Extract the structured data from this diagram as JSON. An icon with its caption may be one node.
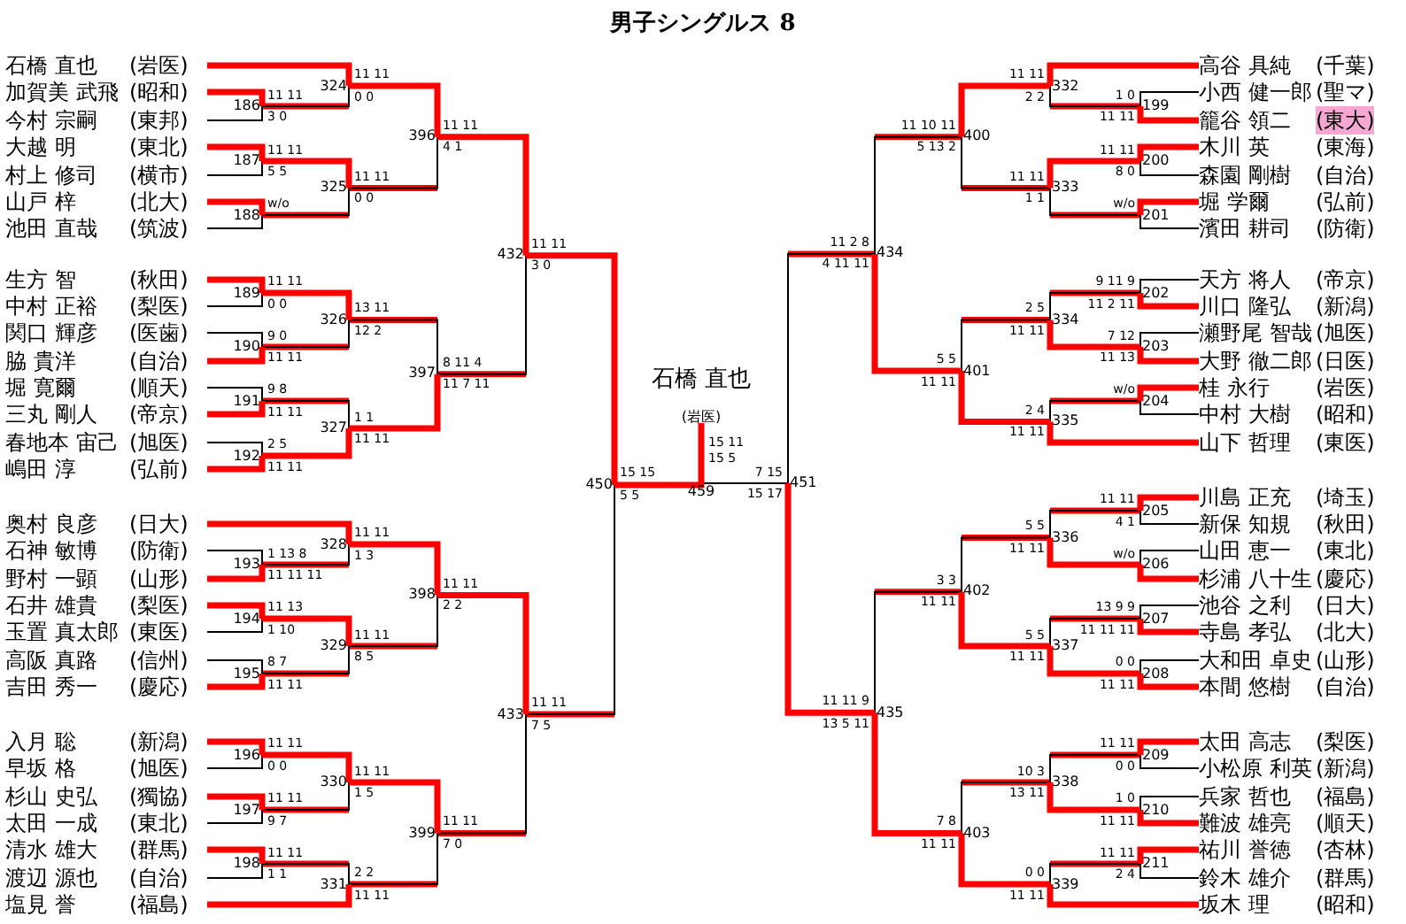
{
  "diagram": {
    "title": "男子シングルス 8",
    "nodes": [
      {
        "text": [
          "石橋 直也",
          "(岩医)"
        ]
      },
      {
        "text": [
          "加賀美 武飛",
          "(昭和)"
        ]
      },
      {
        "text": [
          "今村 宗嗣",
          "(東邦)"
        ]
      },
      {
        "text": [
          "大越 明",
          "(東北)"
        ]
      },
      {
        "text": [
          "村上 修司",
          "(横市)"
        ]
      },
      {
        "text": [
          "山戸 梓",
          "(北大)"
        ]
      },
      {
        "text": [
          "池田 直哉",
          "(筑波)"
        ]
      },
      {
        "text": [
          "生方 智",
          "(秋田)"
        ]
      },
      {
        "text": [
          "中村 正裕",
          "(梨医)"
        ]
      },
      {
        "text": [
          "関口 輝彦",
          "(医歯)"
        ]
      },
      {
        "text": [
          "脇 貴洋",
          "(自治)"
        ]
      },
      {
        "text": [
          "堀 寛爾",
          "(順天)"
        ]
      },
      {
        "text": [
          "三丸 剛人",
          "(帝京)"
        ]
      },
      {
        "text": [
          "春地本 宙己",
          "(旭医)"
        ]
      },
      {
        "text": [
          "嶋田 淳",
          "(弘前)"
        ]
      },
      {
        "text": [
          "奥村 良彦",
          "(日大)"
        ]
      },
      {
        "text": [
          "石神 敏博",
          "(防衛)"
        ]
      },
      {
        "text": [
          "野村 一顕",
          "(山形)"
        ]
      },
      {
        "text": [
          "石井 雄貴",
          "(梨医)"
        ]
      },
      {
        "text": [
          "玉置 真太郎",
          "(東医)"
        ]
      },
      {
        "text": [
          "高阪 真路",
          "(信州)"
        ]
      },
      {
        "text": [
          "吉田 秀一",
          "(慶応)"
        ]
      },
      {
        "text": [
          "入月 聡",
          "(新潟)"
        ]
      },
      {
        "text": [
          "早坂 格",
          "(旭医)"
        ]
      },
      {
        "text": [
          "杉山 史弘",
          "(獨協)"
        ]
      },
      {
        "text": [
          "太田 一成",
          "(東北)"
        ]
      },
      {
        "text": [
          "清水 雄大",
          "(群馬)"
        ]
      },
      {
        "text": [
          "渡辺 源也",
          "(自治)"
        ]
      },
      {
        "text": [
          "塩見 誉",
          "(福島)"
        ]
      },
      {
        "text": [
          "高谷 具純",
          "(千葉)"
        ]
      },
      {
        "text": [
          "小西 健一郎",
          "(聖マ)"
        ]
      },
      {
        "text": [
          "籠谷 領二",
          "(東大)"
        ]
      },
      {
        "text": [
          "木川 英",
          "(東海)"
        ]
      },
      {
        "text": [
          "森園 剛樹",
          "(自治)"
        ]
      },
      {
        "text": [
          "堀 学爾",
          "(弘前)"
        ]
      },
      {
        "text": [
          "濱田 耕司",
          "(防衛)"
        ]
      },
      {
        "text": [
          "天方 将人",
          "(帝京)"
        ]
      },
      {
        "text": [
          "川口 隆弘",
          "(新潟)"
        ]
      },
      {
        "text": [
          "瀬野尾 智哉",
          "(旭医)"
        ]
      },
      {
        "text": [
          "大野 徹二郎",
          "(日医)"
        ]
      },
      {
        "text": [
          "桂 永行",
          "(岩医)"
        ]
      },
      {
        "text": [
          "中村 大樹",
          "(昭和)"
        ]
      },
      {
        "text": [
          "山下 哲理",
          "(東医)"
        ]
      },
      {
        "text": [
          "川島 正充",
          "(埼玉)"
        ]
      },
      {
        "text": [
          "新保 知規",
          "(秋田)"
        ]
      },
      {
        "text": [
          "山田 恵一",
          "(東北)"
        ]
      },
      {
        "text": [
          "杉浦 八十生",
          "(慶応)"
        ]
      },
      {
        "text": [
          "池谷 之利",
          "(日大)"
        ]
      },
      {
        "text": [
          "寺島 孝弘",
          "(北大)"
        ]
      },
      {
        "text": [
          "大和田 卓史",
          "(山形)"
        ]
      },
      {
        "text": [
          "本間 悠樹",
          "(自治)"
        ]
      },
      {
        "text": [
          "太田 高志",
          "(梨医)"
        ]
      },
      {
        "text": [
          "小松原 利英",
          "(新潟)"
        ]
      },
      {
        "text": [
          "兵家 哲也",
          "(福島)"
        ]
      },
      {
        "text": [
          "難波 雄亮",
          "(順天)"
        ]
      },
      {
        "text": [
          "祐川 誉徳",
          "(杏林)"
        ]
      },
      {
        "text": [
          "鈴木 雄介",
          "(群馬)"
        ]
      },
      {
        "text": [
          "坂木 理",
          "(昭和)"
        ]
      },
      {
        "text": [
          "186"
        ],
        "beside": [
          "11 11",
          "3 0"
        ]
      },
      {
        "text": [
          "187"
        ],
        "beside": [
          "11 11",
          "5 5"
        ]
      },
      {
        "text": [
          "188"
        ],
        "beside": [
          "w/o"
        ]
      },
      {
        "text": [
          "189"
        ],
        "beside": [
          "11 11",
          "0 0"
        ]
      },
      {
        "text": [
          "190"
        ],
        "beside": [
          "9 0",
          "11 11"
        ]
      },
      {
        "text": [
          "191"
        ],
        "beside": [
          "9 8",
          "11 11"
        ]
      },
      {
        "text": [
          "192"
        ],
        "beside": [
          "2 5",
          "11 11"
        ]
      },
      {
        "text": [
          "193"
        ],
        "beside": [
          "1 13 8",
          "11 11 11"
        ]
      },
      {
        "text": [
          "194"
        ],
        "beside": [
          "11 13",
          "1 10"
        ]
      },
      {
        "text": [
          "195"
        ],
        "beside": [
          "8 7",
          "11 11"
        ]
      },
      {
        "text": [
          "196"
        ],
        "beside": [
          "11 11",
          "0 0"
        ]
      },
      {
        "text": [
          "197"
        ],
        "beside": [
          "11 11",
          "9 7"
        ]
      },
      {
        "text": [
          "198"
        ],
        "beside": [
          "11 11",
          "1 1"
        ]
      },
      {
        "text": [
          "199"
        ],
        "beside": [
          "1 0",
          "11 11"
        ]
      },
      {
        "text": [
          "200"
        ],
        "beside": [
          "11 11",
          "8 0"
        ]
      },
      {
        "text": [
          "201"
        ],
        "beside": [
          "w/o"
        ]
      },
      {
        "text": [
          "202"
        ],
        "beside": [
          "9 11 9",
          "11 2 11"
        ]
      },
      {
        "text": [
          "203"
        ],
        "beside": [
          "7 12",
          "11 13"
        ]
      },
      {
        "text": [
          "204"
        ],
        "beside": [
          "w/o"
        ]
      },
      {
        "text": [
          "205"
        ],
        "beside": [
          "11 11",
          "4 1"
        ]
      },
      {
        "text": [
          "206"
        ],
        "beside": [
          "w/o"
        ]
      },
      {
        "text": [
          "207"
        ],
        "beside": [
          "13 9 9",
          "11 11 11"
        ]
      },
      {
        "text": [
          "208"
        ],
        "beside": [
          "0 0",
          "11 11"
        ]
      },
      {
        "text": [
          "209"
        ],
        "beside": [
          "11 11",
          "0 0"
        ]
      },
      {
        "text": [
          "210"
        ],
        "beside": [
          "1 0",
          "11 11"
        ]
      },
      {
        "text": [
          "211"
        ],
        "beside": [
          "11 11",
          "2 4"
        ]
      },
      {
        "text": [
          "324"
        ],
        "beside": [
          "11 11",
          "0 0"
        ]
      },
      {
        "text": [
          "325"
        ],
        "beside": [
          "11 11",
          "0 0"
        ]
      },
      {
        "text": [
          "326"
        ],
        "beside": [
          "13 11",
          "12 2"
        ]
      },
      {
        "text": [
          "327"
        ],
        "beside": [
          "1 1",
          "11 11"
        ]
      },
      {
        "text": [
          "328"
        ],
        "beside": [
          "11 11",
          "1 3"
        ]
      },
      {
        "text": [
          "329"
        ],
        "beside": [
          "11 11",
          "8 5"
        ]
      },
      {
        "text": [
          "330"
        ],
        "beside": [
          "11 11",
          "1 5"
        ]
      },
      {
        "text": [
          "331"
        ],
        "beside": [
          "2 2",
          "11 11"
        ]
      },
      {
        "text": [
          "332"
        ],
        "beside": [
          "11 11",
          "2 2"
        ]
      },
      {
        "text": [
          "333"
        ],
        "beside": [
          "11 11",
          "1 1"
        ]
      },
      {
        "text": [
          "334"
        ],
        "beside": [
          "2 5",
          "11 11"
        ]
      },
      {
        "text": [
          "335"
        ],
        "beside": [
          "2 4",
          "11 11"
        ]
      },
      {
        "text": [
          "336"
        ],
        "beside": [
          "5 5",
          "11 11"
        ]
      },
      {
        "text": [
          "337"
        ],
        "beside": [
          "5 5",
          "11 11"
        ]
      },
      {
        "text": [
          "338"
        ],
        "beside": [
          "10 3",
          "13 11"
        ]
      },
      {
        "text": [
          "339"
        ],
        "beside": [
          "0 0",
          "11 11"
        ]
      },
      {
        "text": [
          "396"
        ],
        "beside": [
          "11 11",
          "4 1"
        ]
      },
      {
        "text": [
          "397"
        ],
        "beside": [
          "8 11 4",
          "11 7 11"
        ]
      },
      {
        "text": [
          "398"
        ],
        "beside": [
          "11 11",
          "2 2"
        ]
      },
      {
        "text": [
          "399"
        ],
        "beside": [
          "11 11",
          "7 0"
        ]
      },
      {
        "text": [
          "400"
        ],
        "beside": [
          "11 10 11",
          "5 13 2"
        ]
      },
      {
        "text": [
          "401"
        ],
        "beside": [
          "5 5",
          "11 11"
        ]
      },
      {
        "text": [
          "402"
        ],
        "beside": [
          "3 3",
          "11 11"
        ]
      },
      {
        "text": [
          "403"
        ],
        "beside": [
          "7 8",
          "11 11"
        ]
      },
      {
        "text": [
          "432"
        ],
        "beside": [
          "11 11",
          "3 0"
        ]
      },
      {
        "text": [
          "433"
        ],
        "beside": [
          "11 11",
          "7 5"
        ]
      },
      {
        "text": [
          "434"
        ],
        "beside": [
          "11 2 8",
          "4 11 11"
        ]
      },
      {
        "text": [
          "435"
        ],
        "beside": [
          "11 11 9",
          "13 5 11"
        ]
      },
      {
        "text": [
          "450"
        ],
        "beside": [
          "15 15",
          "5 5"
        ]
      },
      {
        "text": [
          "451"
        ],
        "beside": [
          "7 15",
          "15 17"
        ]
      },
      {
        "text": [
          "459"
        ],
        "beside": [
          "15 11",
          "15 5"
        ]
      },
      {
        "text": [
          "石橋 直也",
          "(岩医)"
        ]
      }
    ],
    "edges": [
      {
        "from": 0,
        "to": 84,
        "arrow": "none"
      },
      {
        "from": 1,
        "to": 58,
        "arrow": "none"
      },
      {
        "from": 2,
        "to": 58,
        "arrow": "none",
        "color": "#000000"
      },
      {
        "from": 3,
        "to": 59,
        "arrow": "none"
      },
      {
        "from": 4,
        "to": 59,
        "arrow": "none",
        "color": "#000000"
      },
      {
        "from": 5,
        "to": 60,
        "arrow": "none"
      },
      {
        "from": 6,
        "to": 60,
        "arrow": "none",
        "color": "#000000"
      },
      {
        "from": 7,
        "to": 61,
        "arrow": "none"
      },
      {
        "from": 8,
        "to": 61,
        "arrow": "none",
        "color": "#000000"
      },
      {
        "from": 9,
        "to": 62,
        "arrow": "none",
        "color": "#000000"
      },
      {
        "from": 10,
        "to": 62,
        "arrow": "none"
      },
      {
        "from": 11,
        "to": 63,
        "arrow": "none",
        "color": "#000000"
      },
      {
        "from": 12,
        "to": 63,
        "arrow": "none"
      },
      {
        "from": 13,
        "to": 64,
        "arrow": "none",
        "color": "#000000"
      },
      {
        "from": 14,
        "to": 64,
        "arrow": "none"
      },
      {
        "from": 15,
        "to": 88,
        "arrow": "none"
      },
      {
        "from": 16,
        "to": 65,
        "arrow": "none",
        "color": "#000000"
      },
      {
        "from": 17,
        "to": 65,
        "arrow": "none"
      },
      {
        "from": 18,
        "to": 66,
        "arrow": "none"
      },
      {
        "from": 19,
        "to": 66,
        "arrow": "none",
        "color": "#000000"
      },
      {
        "from": 20,
        "to": 67,
        "arrow": "none",
        "color": "#000000"
      },
      {
        "from": 21,
        "to": 67,
        "arrow": "none"
      },
      {
        "from": 22,
        "to": 68,
        "arrow": "none"
      },
      {
        "from": 23,
        "to": 68,
        "arrow": "none",
        "color": "#000000"
      },
      {
        "from": 24,
        "to": 69,
        "arrow": "none"
      },
      {
        "from": 25,
        "to": 69,
        "arrow": "none",
        "color": "#000000"
      },
      {
        "from": 26,
        "to": 70,
        "arrow": "none"
      },
      {
        "from": 27,
        "to": 70,
        "arrow": "none",
        "color": "#000000"
      },
      {
        "from": 28,
        "to": 91,
        "arrow": "none"
      },
      {
        "from": 29,
        "to": 92,
        "arrow": "none"
      },
      {
        "from": 30,
        "to": 71,
        "arrow": "none",
        "color": "#000000"
      },
      {
        "from": 31,
        "to": 71,
        "arrow": "none"
      },
      {
        "from": 32,
        "to": 72,
        "arrow": "none"
      },
      {
        "from": 33,
        "to": 72,
        "arrow": "none",
        "color": "#000000"
      },
      {
        "from": 34,
        "to": 73,
        "arrow": "none"
      },
      {
        "from": 35,
        "to": 73,
        "arrow": "none",
        "color": "#000000"
      },
      {
        "from": 36,
        "to": 74,
        "arrow": "none",
        "color": "#000000"
      },
      {
        "from": 37,
        "to": 74,
        "arrow": "none"
      },
      {
        "from": 38,
        "to": 75,
        "arrow": "none",
        "color": "#000000"
      },
      {
        "from": 39,
        "to": 75,
        "arrow": "none"
      },
      {
        "from": 40,
        "to": 76,
        "arrow": "none"
      },
      {
        "from": 41,
        "to": 76,
        "arrow": "none",
        "color": "#000000"
      },
      {
        "from": 42,
        "to": 95,
        "arrow": "none"
      },
      {
        "from": 43,
        "to": 77,
        "arrow": "none"
      },
      {
        "from": 44,
        "to": 77,
        "arrow": "none",
        "color": "#000000"
      },
      {
        "from": 45,
        "to": 78,
        "arrow": "none",
        "color": "#000000"
      },
      {
        "from": 46,
        "to": 78,
        "arrow": "none"
      },
      {
        "from": 47,
        "to": 79,
        "arrow": "none",
        "color": "#000000"
      },
      {
        "from": 48,
        "to": 79,
        "arrow": "none"
      },
      {
        "from": 49,
        "to": 80,
        "arrow": "none",
        "color": "#000000"
      },
      {
        "from": 50,
        "to": 80,
        "arrow": "none"
      },
      {
        "from": 51,
        "to": 81,
        "arrow": "none"
      },
      {
        "from": 52,
        "to": 81,
        "arrow": "none",
        "color": "#000000"
      },
      {
        "from": 53,
        "to": 82,
        "arrow": "none",
        "color": "#000000"
      },
      {
        "from": 54,
        "to": 82,
        "arrow": "none"
      },
      {
        "from": 55,
        "to": 83,
        "arrow": "none"
      },
      {
        "from": 56,
        "to": 83,
        "arrow": "none",
        "color": "#000000"
      },
      {
        "from": 57,
        "to": 99,
        "arrow": "none"
      },
      {
        "from": 58,
        "to": 84,
        "arrow": "none",
        "color": "#000000"
      },
      {
        "from": 59,
        "to": 85,
        "arrow": "none"
      },
      {
        "from": 60,
        "to": 85,
        "arrow": "none",
        "color": "#000000"
      },
      {
        "from": 61,
        "to": 86,
        "arrow": "none"
      },
      {
        "from": 62,
        "to": 86,
        "arrow": "none",
        "color": "#000000"
      },
      {
        "from": 63,
        "to": 87,
        "arrow": "none",
        "color": "#000000"
      },
      {
        "from": 64,
        "to": 87,
        "arrow": "none"
      },
      {
        "from": 65,
        "to": 88,
        "arrow": "none",
        "color": "#000000"
      },
      {
        "from": 66,
        "to": 89,
        "arrow": "none"
      },
      {
        "from": 67,
        "to": 89,
        "arrow": "none",
        "color": "#000000"
      },
      {
        "from": 68,
        "to": 90,
        "arrow": "none"
      },
      {
        "from": 69,
        "to": 90,
        "arrow": "none",
        "color": "#000000"
      },
      {
        "from": 70,
        "to": 91,
        "arrow": "none",
        "color": "#000000"
      },
      {
        "from": 71,
        "to": 92,
        "arrow": "none",
        "color": "#000000"
      },
      {
        "from": 72,
        "to": 93,
        "arrow": "none"
      },
      {
        "from": 73,
        "to": 93,
        "arrow": "none",
        "color": "#000000"
      },
      {
        "from": 74,
        "to": 94,
        "arrow": "none",
        "color": "#000000"
      },
      {
        "from": 75,
        "to": 94,
        "arrow": "none"
      },
      {
        "from": 76,
        "to": 95,
        "arrow": "none",
        "color": "#000000"
      },
      {
        "from": 77,
        "to": 96,
        "arrow": "none",
        "color": "#000000"
      },
      {
        "from": 78,
        "to": 96,
        "arrow": "none"
      },
      {
        "from": 79,
        "to": 97,
        "arrow": "none",
        "color": "#000000"
      },
      {
        "from": 80,
        "to": 97,
        "arrow": "none"
      },
      {
        "from": 81,
        "to": 98,
        "arrow": "none",
        "color": "#000000"
      },
      {
        "from": 82,
        "to": 98,
        "arrow": "none"
      },
      {
        "from": 83,
        "to": 99,
        "arrow": "none",
        "color": "#000000"
      },
      {
        "from": 84,
        "to": 100,
        "arrow": "none"
      },
      {
        "from": 85,
        "to": 100,
        "arrow": "none",
        "color": "#000000"
      },
      {
        "from": 86,
        "to": 101,
        "arrow": "none",
        "color": "#000000"
      },
      {
        "from": 87,
        "to": 101,
        "arrow": "none"
      },
      {
        "from": 88,
        "to": 102,
        "arrow": "none"
      },
      {
        "from": 89,
        "to": 102,
        "arrow": "none",
        "color": "#000000"
      },
      {
        "from": 90,
        "to": 103,
        "arrow": "none"
      },
      {
        "from": 91,
        "to": 103,
        "arrow": "none",
        "color": "#000000"
      },
      {
        "from": 92,
        "to": 104,
        "arrow": "none"
      },
      {
        "from": 93,
        "to": 104,
        "arrow": "none",
        "color": "#000000"
      },
      {
        "from": 94,
        "to": 105,
        "arrow": "none",
        "color": "#000000"
      },
      {
        "from": 95,
        "to": 105,
        "arrow": "none"
      },
      {
        "from": 96,
        "to": 106,
        "arrow": "none",
        "color": "#000000"
      },
      {
        "from": 97,
        "to": 106,
        "arrow": "none"
      },
      {
        "from": 98,
        "to": 107,
        "arrow": "none",
        "color": "#000000"
      },
      {
        "from": 99,
        "to": 107,
        "arrow": "none"
      },
      {
        "from": 100,
        "to": 108,
        "arrow": "none"
      },
      {
        "from": 101,
        "to": 108,
        "arrow": "none",
        "color": "#000000"
      },
      {
        "from": 102,
        "to": 109,
        "arrow": "none"
      },
      {
        "from": 103,
        "to": 109,
        "arrow": "none",
        "color": "#000000"
      },
      {
        "from": 104,
        "to": 110,
        "arrow": "none",
        "color": "#000000"
      },
      {
        "from": 105,
        "to": 110,
        "arrow": "none"
      },
      {
        "from": 106,
        "to": 111,
        "arrow": "none",
        "color": "#000000"
      },
      {
        "from": 107,
        "to": 111,
        "arrow": "none"
      },
      {
        "from": 108,
        "to": 112,
        "arrow": "none"
      },
      {
        "from": 109,
        "to": 112,
        "arrow": "none",
        "color": "#000000"
      },
      {
        "from": 110,
        "to": 113,
        "arrow": "none",
        "color": "#000000"
      },
      {
        "from": 111,
        "to": 113,
        "arrow": "none"
      },
      {
        "from": 112,
        "to": 114,
        "arrow": "none"
      },
      {
        "from": 113,
        "to": 114,
        "arrow": "none",
        "color": "#000000"
      },
      {
        "from": 114,
        "to": 115,
        "arrow": "none"
      }
    ]
  }
}
